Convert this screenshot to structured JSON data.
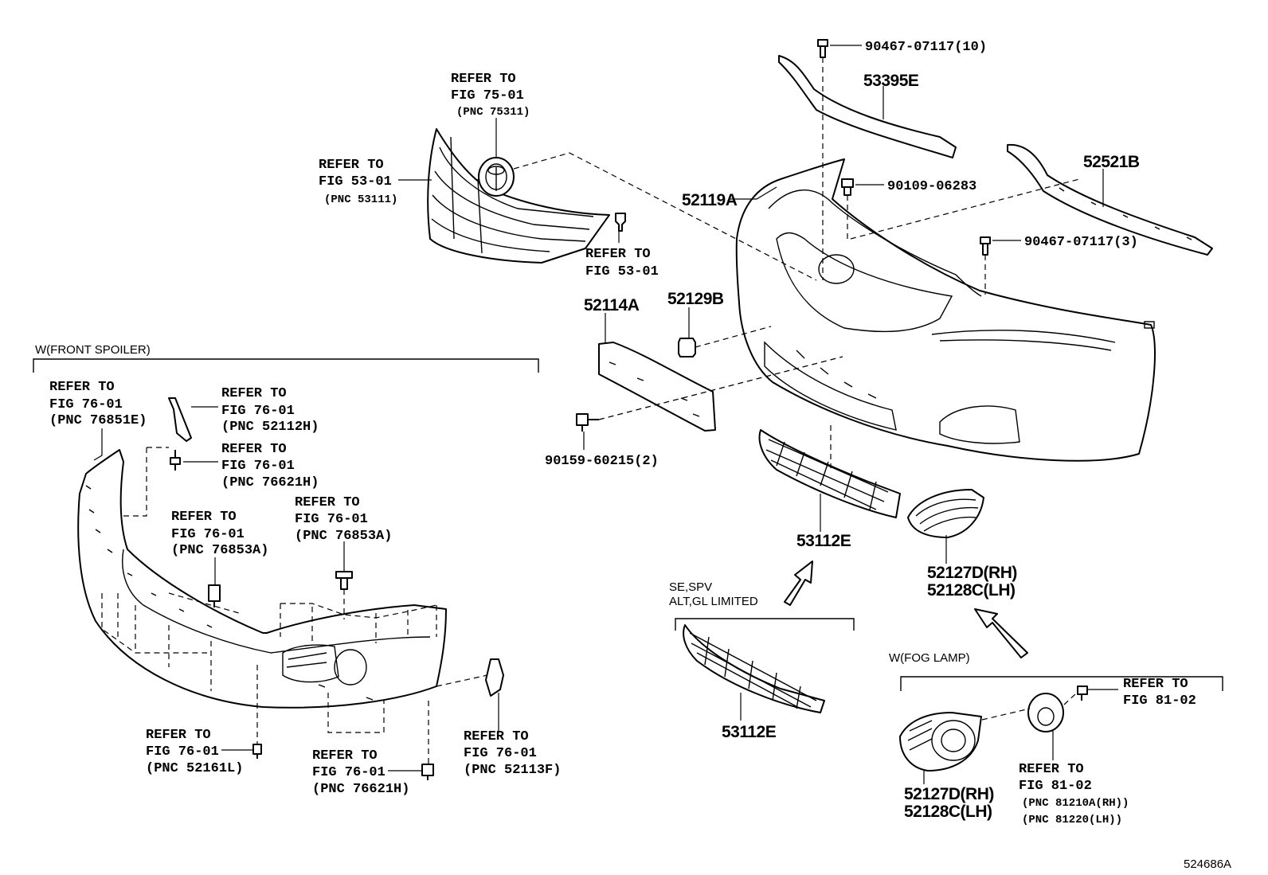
{
  "diagram_id": "524686A",
  "labels": {
    "ref_75_01": [
      "REFER TO",
      "FIG 75-01",
      "(PNC 75311)"
    ],
    "ref_53_01_grille": [
      "REFER TO",
      "FIG 53-01",
      "(PNC 53111)"
    ],
    "ref_53_01_clip": [
      "REFER TO",
      "FIG 53-01"
    ],
    "pn_90467_10": "90467-07117(10)",
    "pn_53395E": "53395E",
    "pn_52521B": "52521B",
    "pn_52119A": "52119A",
    "pn_90109": "90109-06283",
    "pn_90467_3": "90467-07117(3)",
    "pn_52114A": "52114A",
    "pn_52129B": "52129B",
    "pn_90159": "90159-60215(2)",
    "pn_53112E_top": "53112E",
    "pn_52127D_top": "52127D(RH)",
    "pn_52128C_top": "52128C(LH)",
    "pn_53112E_bottom": "53112E",
    "pn_52127D_bottom": "52127D(RH)",
    "pn_52128C_bottom": "52128C(LH)",
    "ref_76851E": [
      "REFER TO",
      "FIG 76-01",
      "(PNC 76851E)"
    ],
    "ref_52112H": [
      "REFER TO",
      "FIG 76-01",
      "(PNC 52112H)"
    ],
    "ref_76621H_top": [
      "REFER TO",
      "FIG 76-01",
      "(PNC 76621H)"
    ],
    "ref_76853A_left": [
      "REFER TO",
      "FIG 76-01",
      "(PNC 76853A)"
    ],
    "ref_76853A_right": [
      "REFER TO",
      "FIG 76-01",
      "(PNC 76853A)"
    ],
    "ref_52161L": [
      "REFER TO",
      "FIG 76-01",
      "(PNC 52161L)"
    ],
    "ref_76621H_bottom": [
      "REFER TO",
      "FIG 76-01",
      "(PNC 76621H)"
    ],
    "ref_52113F": [
      "REFER TO",
      "FIG 76-01",
      "(PNC 52113F)"
    ],
    "ref_81_02_bulb": [
      "REFER TO",
      "FIG 81-02"
    ],
    "ref_81_02_socket": [
      "REFER TO",
      "FIG 81-02",
      "(PNC 81210A(RH))",
      "(PNC 81220(LH))"
    ]
  },
  "groups": {
    "front_spoiler": "W(FRONT SPOILER)",
    "se_spv_line1": "SE,SPV",
    "se_spv_line2": "ALT,GL LIMITED",
    "fog_lamp": "W(FOG LAMP)"
  }
}
